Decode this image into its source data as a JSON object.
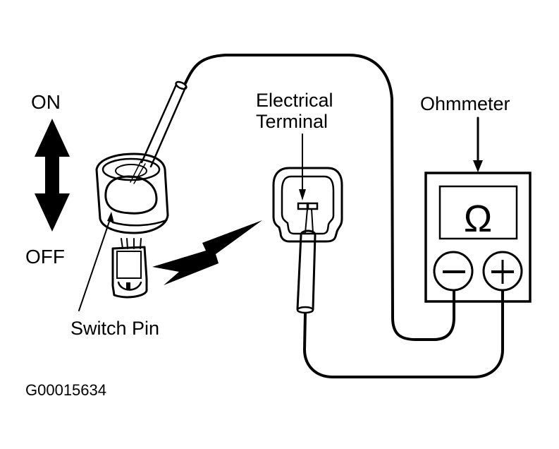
{
  "labels": {
    "on": "ON",
    "off": "OFF",
    "switch_pin": "Switch Pin",
    "electrical_terminal_line1": "Electrical",
    "electrical_terminal_line2": "Terminal",
    "ohmmeter": "Ohmmeter",
    "ohm_symbol": "Ω",
    "figure_id": "G00015634"
  },
  "meter": {
    "negative_terminal": "minus-terminal",
    "positive_terminal": "plus-terminal"
  },
  "colors": {
    "ink": "#000000",
    "background": "#ffffff"
  }
}
